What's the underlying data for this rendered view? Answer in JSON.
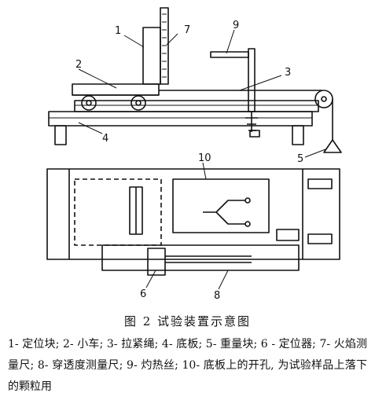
{
  "figure": {
    "callouts": {
      "c1": "1",
      "c2": "2",
      "c3": "3",
      "c4": "4",
      "c5": "5",
      "c6": "6",
      "c7": "7",
      "c8": "8",
      "c9": "9",
      "c10": "10"
    }
  },
  "caption": {
    "title": "图 2   试验装置示意图",
    "text": "1- 定位块; 2- 小车; 3- 拉紧绳; 4- 底板; 5- 重量块; 6 - 定位器; 7- 火焰测量尺; 8- 穿透度测量尺; 9- 灼热丝; 10- 底板上的开孔, 为试验样品上落下的颗粒用"
  }
}
